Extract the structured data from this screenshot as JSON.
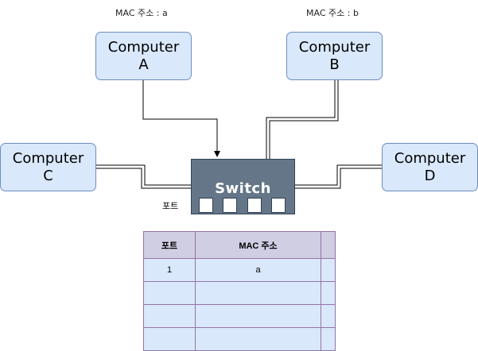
{
  "mac_labels": {
    "a": "MAC 주소 : a",
    "b": "MAC 주소 : b"
  },
  "computers": {
    "a": {
      "line1": "Computer",
      "line2": "A"
    },
    "b": {
      "line1": "Computer",
      "line2": "B"
    },
    "c": {
      "line1": "Computer",
      "line2": "C"
    },
    "d": {
      "line1": "Computer",
      "line2": "D"
    }
  },
  "switch": {
    "label": "Switch",
    "port_caption": "포트",
    "port_count": 4
  },
  "table": {
    "headers": [
      "포트",
      "MAC 주소",
      ""
    ],
    "rows": [
      [
        "1",
        "a",
        ""
      ],
      [
        "",
        "",
        ""
      ],
      [
        "",
        "",
        ""
      ],
      [
        "",
        "",
        ""
      ]
    ]
  },
  "colors": {
    "computer_fill": "#dae8fc",
    "computer_border": "#6c8ebf",
    "switch_fill": "#647687",
    "table_header_fill": "#d0cee2",
    "table_border": "#9673a6"
  }
}
